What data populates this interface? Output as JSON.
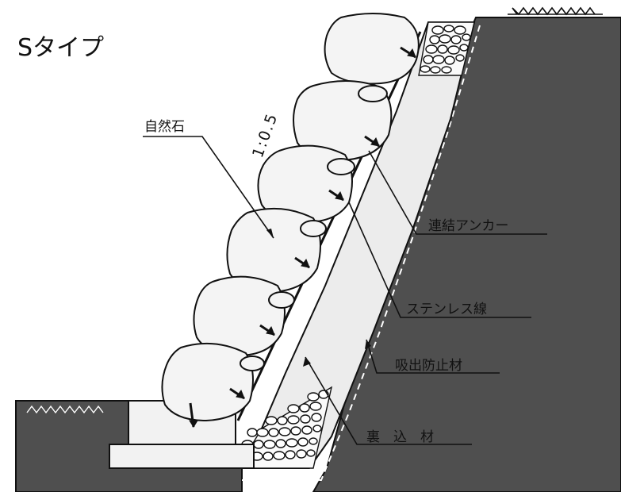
{
  "title": "Sタイプ",
  "slope_ratio": "1:0.5",
  "labels": {
    "natural_stone": "自然石",
    "anchor": "連結アンカー",
    "stainless_wire": "ステンレス線",
    "suction_prevention": "吸出防止材",
    "backfill": "裏　込　材"
  },
  "colors": {
    "ground": "#4f4f4f",
    "stone_fill": "#f4f4f4",
    "stroke": "#111111",
    "background": "#ffffff"
  }
}
